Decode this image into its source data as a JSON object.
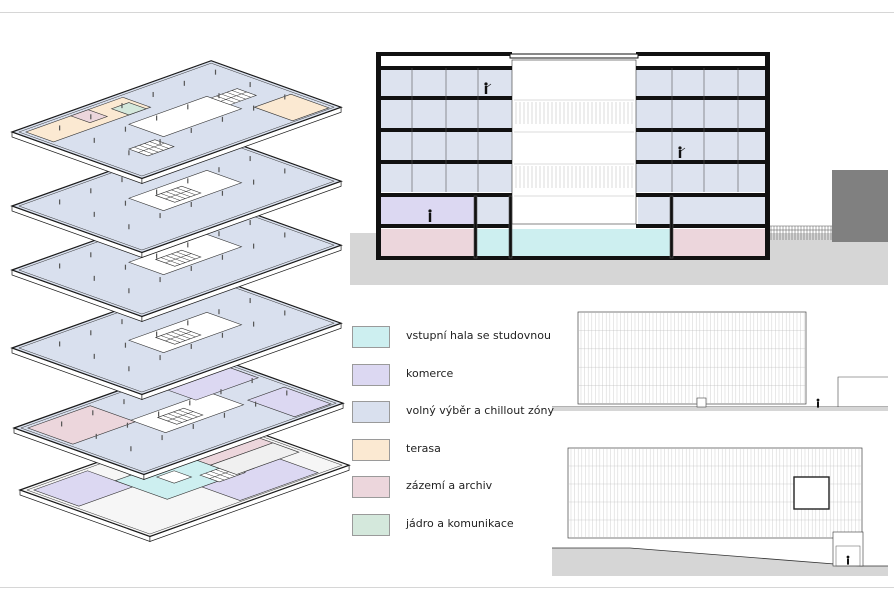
{
  "colors": {
    "entrance": "#cdeff0",
    "commerce": "#dcd8f2",
    "free_choice": "#d9e0ee",
    "terrace": "#fbe9d2",
    "back_office": "#ecd6dc",
    "core": "#d4e8dc",
    "outline": "#1a1a1a",
    "ground": "#d6d6d6",
    "neighbor": "#808080"
  },
  "legend": {
    "items": [
      {
        "label": "vstupní hala se studovnou",
        "color": "#cdeff0"
      },
      {
        "label": "komerce",
        "color": "#dcd8f2"
      },
      {
        "label": "volný výběr a chillout zóny",
        "color": "#d9e0ee"
      },
      {
        "label": "terasa",
        "color": "#fbe9d2"
      },
      {
        "label": "zázemí a archiv",
        "color": "#ecd6dc"
      },
      {
        "label": "jádro a komunikace",
        "color": "#d4e8dc"
      }
    ]
  }
}
